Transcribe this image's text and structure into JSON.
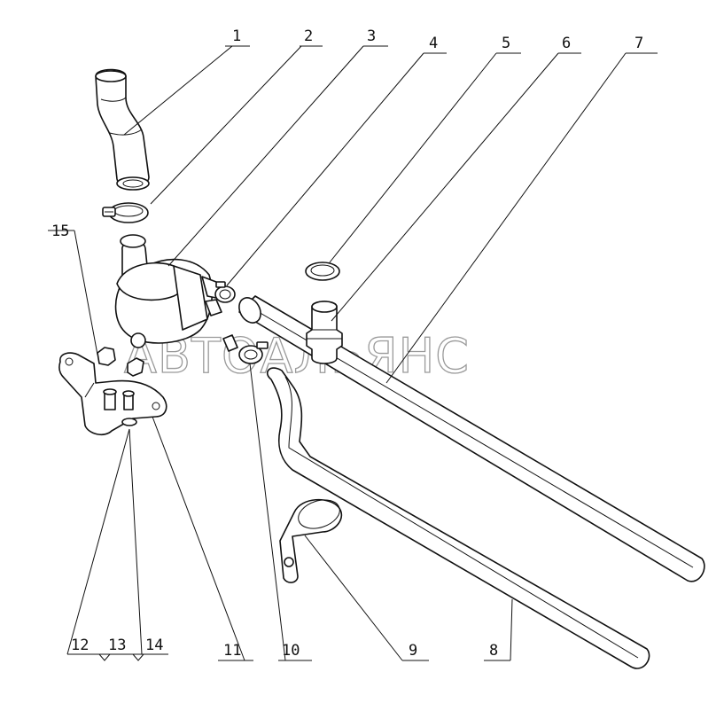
{
  "diagram": {
    "watermark": "АВТОАЛЬЯНС",
    "callouts": [
      {
        "id": "c1",
        "label": "1"
      },
      {
        "id": "c2",
        "label": "2"
      },
      {
        "id": "c3",
        "label": "3"
      },
      {
        "id": "c4",
        "label": "4"
      },
      {
        "id": "c5",
        "label": "5"
      },
      {
        "id": "c6",
        "label": "6"
      },
      {
        "id": "c7",
        "label": "7"
      },
      {
        "id": "c8",
        "label": "8"
      },
      {
        "id": "c9",
        "label": "9"
      },
      {
        "id": "c10",
        "label": "10"
      },
      {
        "id": "c11",
        "label": "11"
      },
      {
        "id": "c12",
        "label": "12"
      },
      {
        "id": "c13",
        "label": "13"
      },
      {
        "id": "c14",
        "label": "14"
      },
      {
        "id": "c15",
        "label": "15"
      }
    ]
  }
}
